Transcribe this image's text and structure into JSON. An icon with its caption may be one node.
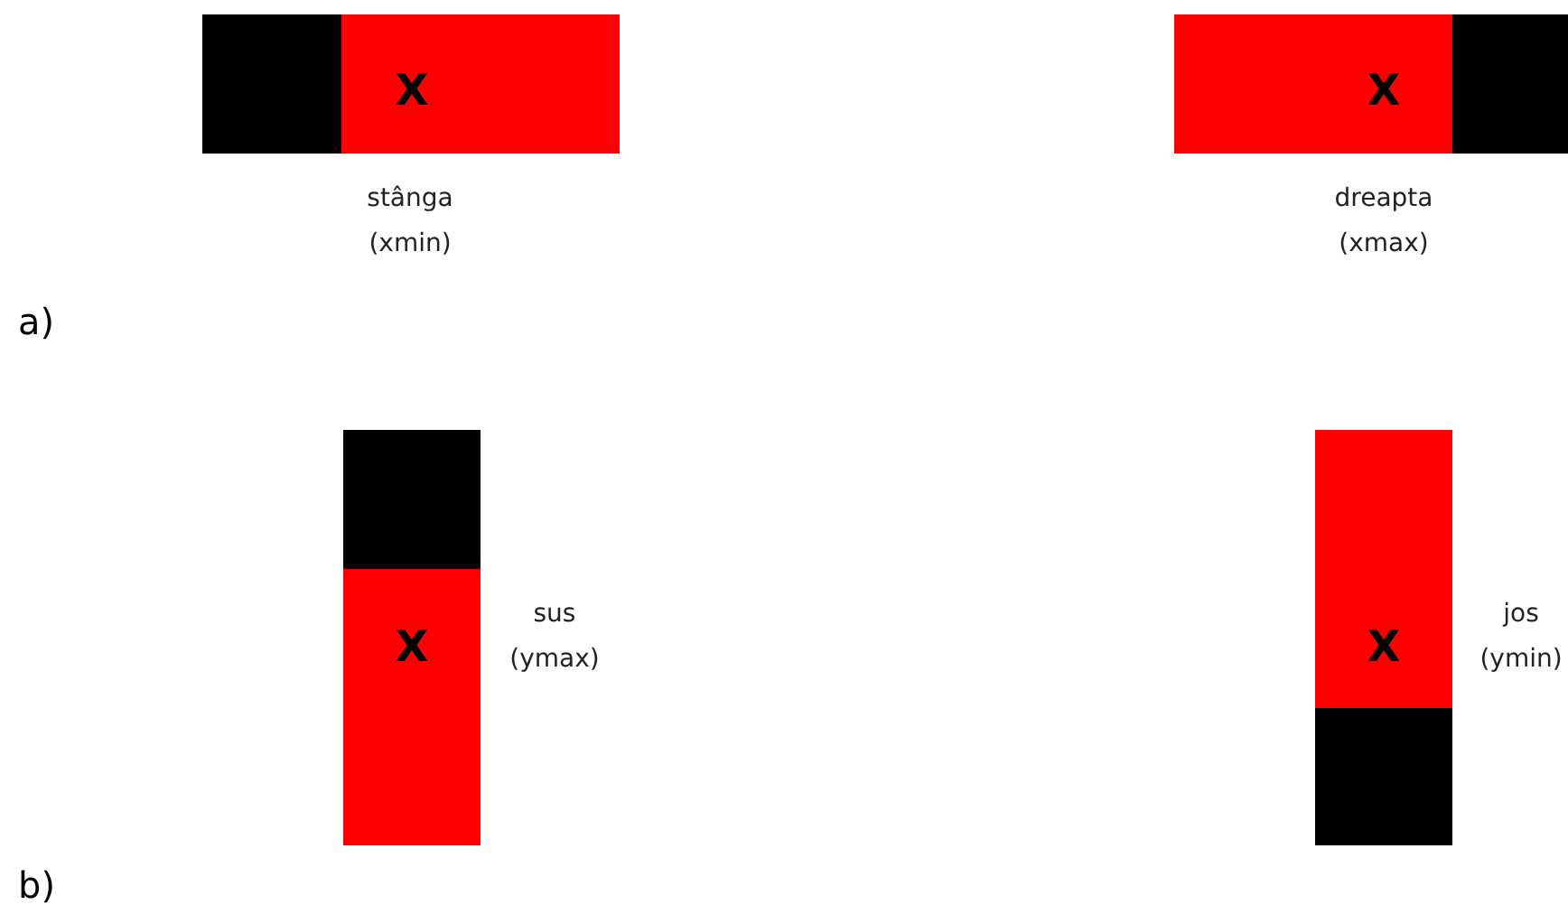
{
  "diagram": {
    "nodes": [
      {
        "text": [],
        "shape": "box"
      },
      {
        "text": [
          "X"
        ],
        "beside": [
          "stânga (xmin)"
        ]
      },
      {
        "text": [
          "X"
        ],
        "beside": [
          "dreapta (xmax)"
        ]
      },
      {
        "text": [],
        "shape": "box"
      },
      {
        "text": [],
        "shape": "box"
      },
      {
        "text": [
          "X"
        ],
        "beside": [
          "sus (ymax)"
        ]
      },
      {
        "text": [
          "X"
        ],
        "beside": [
          "jos (ymin)"
        ]
      },
      {
        "text": [],
        "shape": "box"
      }
    ],
    "edges": [],
    "labels": [
      "a)",
      "b)"
    ]
  }
}
